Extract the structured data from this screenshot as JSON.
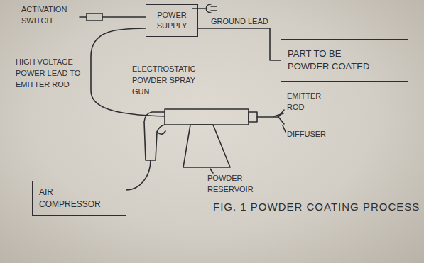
{
  "diagram": {
    "caption": "FIG. 1 POWDER COATING PROCESS",
    "nodes": [
      {
        "text": [
          "POWER SUPPLY"
        ]
      },
      {
        "text": [
          "PART TO BE POWDER COATED"
        ]
      },
      {
        "text": [
          "AIR COMPRESSOR"
        ]
      }
    ],
    "edges": [
      {
        "from": 0,
        "to": 1,
        "arrow": "none",
        "label": "GROUND LEAD"
      }
    ],
    "labels": [
      "ACTIVATION SWITCH",
      "HIGH VOLTAGE POWER LEAD TO EMITTER ROD",
      "ELECTROSTATIC POWDER SPRAY GUN",
      "EMITTER ROD",
      "DIFFUSER",
      "POWDER RESERVOIR"
    ]
  }
}
